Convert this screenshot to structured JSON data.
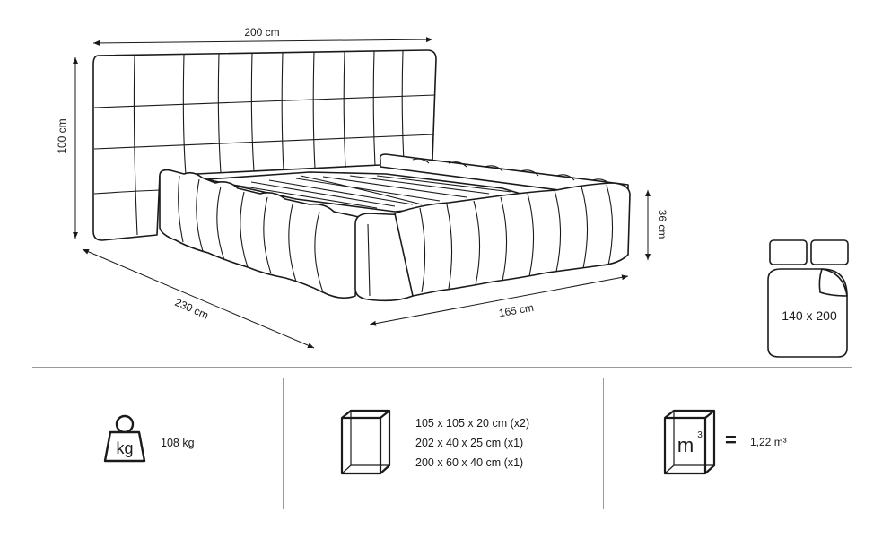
{
  "dimensions": {
    "width": "200 cm",
    "height": "100 cm",
    "length": "230 cm",
    "mattress_edge": "165 cm",
    "frame_height": "36 cm"
  },
  "bedding": {
    "size": "140 x 200",
    "pillows": 2
  },
  "weight": {
    "icon_label": "kg",
    "value": "108 kg"
  },
  "packages": {
    "items": [
      "105 x 105 x 20 cm (x2)",
      "202 x 40 x 25 cm (x1)",
      "200 x 60 x 40 cm (x1)"
    ]
  },
  "volume": {
    "icon_label": "m",
    "icon_superscript": "3",
    "equals": "=",
    "value": "1,22 m³"
  },
  "colors": {
    "line": "#1a1a1a",
    "divider": "#9a9a9a",
    "background": "#ffffff"
  }
}
